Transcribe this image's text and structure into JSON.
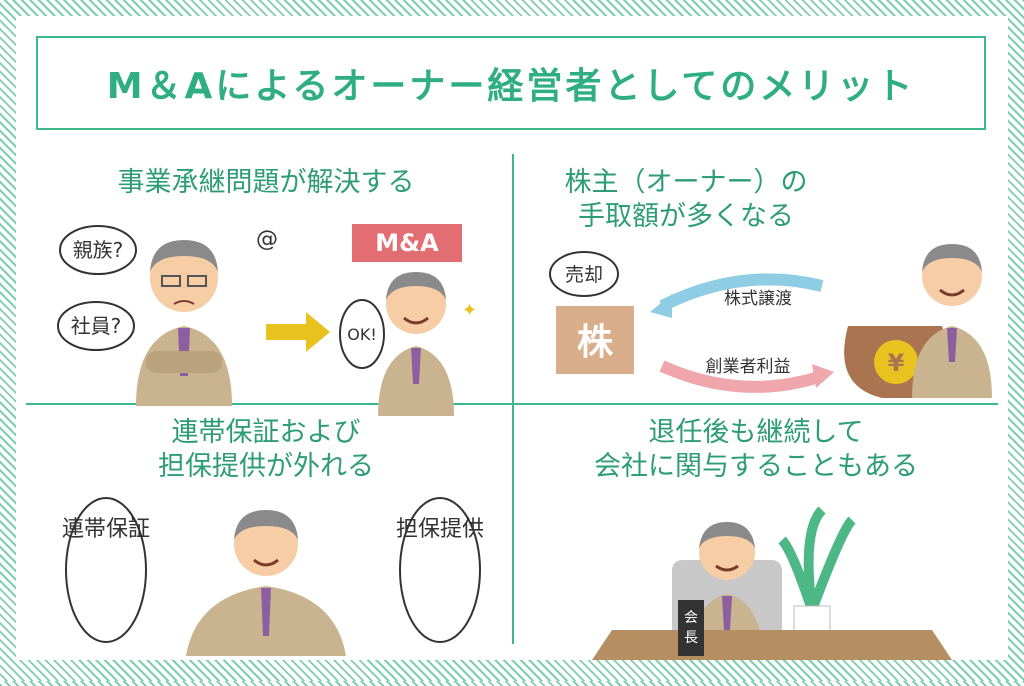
{
  "title": "M＆Aによるオーナー経営者としてのメリット",
  "panels": [
    {
      "title_lines": [
        "事業承継問題が解決する"
      ],
      "bubbles": [
        "親族?",
        "社員?"
      ],
      "tag": "M&A",
      "ok": "OK!"
    },
    {
      "title_lines": [
        "株主（オーナー）の",
        "手取額が多くなる"
      ],
      "sell": "売却",
      "stock": "株",
      "arrow_top": "株式譲渡",
      "arrow_bottom": "創業者利益",
      "yen": "¥"
    },
    {
      "title_lines": [
        "連帯保証および",
        "担保提供が外れる"
      ],
      "left_bubble": "連帯保証",
      "right_bubble": "担保提供"
    },
    {
      "title_lines": [
        "退任後も継続して",
        "会社に関与することもある"
      ],
      "nameplate": "会長"
    }
  ],
  "colors": {
    "accent": "#3db88b",
    "title": "#2fae82",
    "suit": "#c9b48f",
    "tie": "#8e5fa0",
    "arrow_yellow": "#e8c21e",
    "tag": "#e26e73",
    "stock_box": "#d9ae8a",
    "arrow_blue": "#8ecde3",
    "arrow_pink": "#efa6ad"
  }
}
